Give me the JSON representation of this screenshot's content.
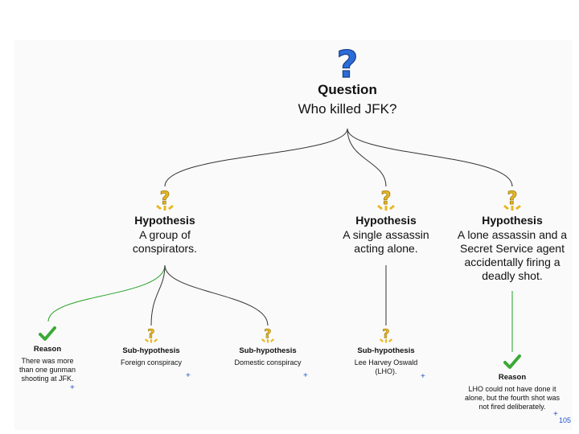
{
  "question": {
    "title": "Question",
    "text": "Who killed JFK?"
  },
  "hypotheses": [
    {
      "title": "Hypothesis",
      "text": "A group of conspirators."
    },
    {
      "title": "Hypothesis",
      "text": "A single assassin acting alone."
    },
    {
      "title": "Hypothesis",
      "text": "A lone assassin and a Secret Service agent accidentally firing a deadly shot."
    }
  ],
  "leaves": {
    "reason1": {
      "title": "Reason",
      "text": "There was more than one gunman shooting at JFK."
    },
    "sub1": {
      "title": "Sub-hypothesis",
      "text": "Foreign conspiracy"
    },
    "sub2": {
      "title": "Sub-hypothesis",
      "text": "Domestic conspiracy"
    },
    "sub3": {
      "title": "Sub-hypothesis",
      "text": "Lee Harvey Oswald (LHO)."
    },
    "reason2": {
      "title": "Reason",
      "text": "LHO could not have done it alone, but the fourth shot was not fired deliberately."
    }
  },
  "expand_symbol": "+",
  "page_number": "105",
  "colors": {
    "link": "#333333",
    "support_link": "#22a022",
    "check": "#3aaa35",
    "icon_gold": "#e8b820",
    "question_blue": "#2b6cd9"
  }
}
